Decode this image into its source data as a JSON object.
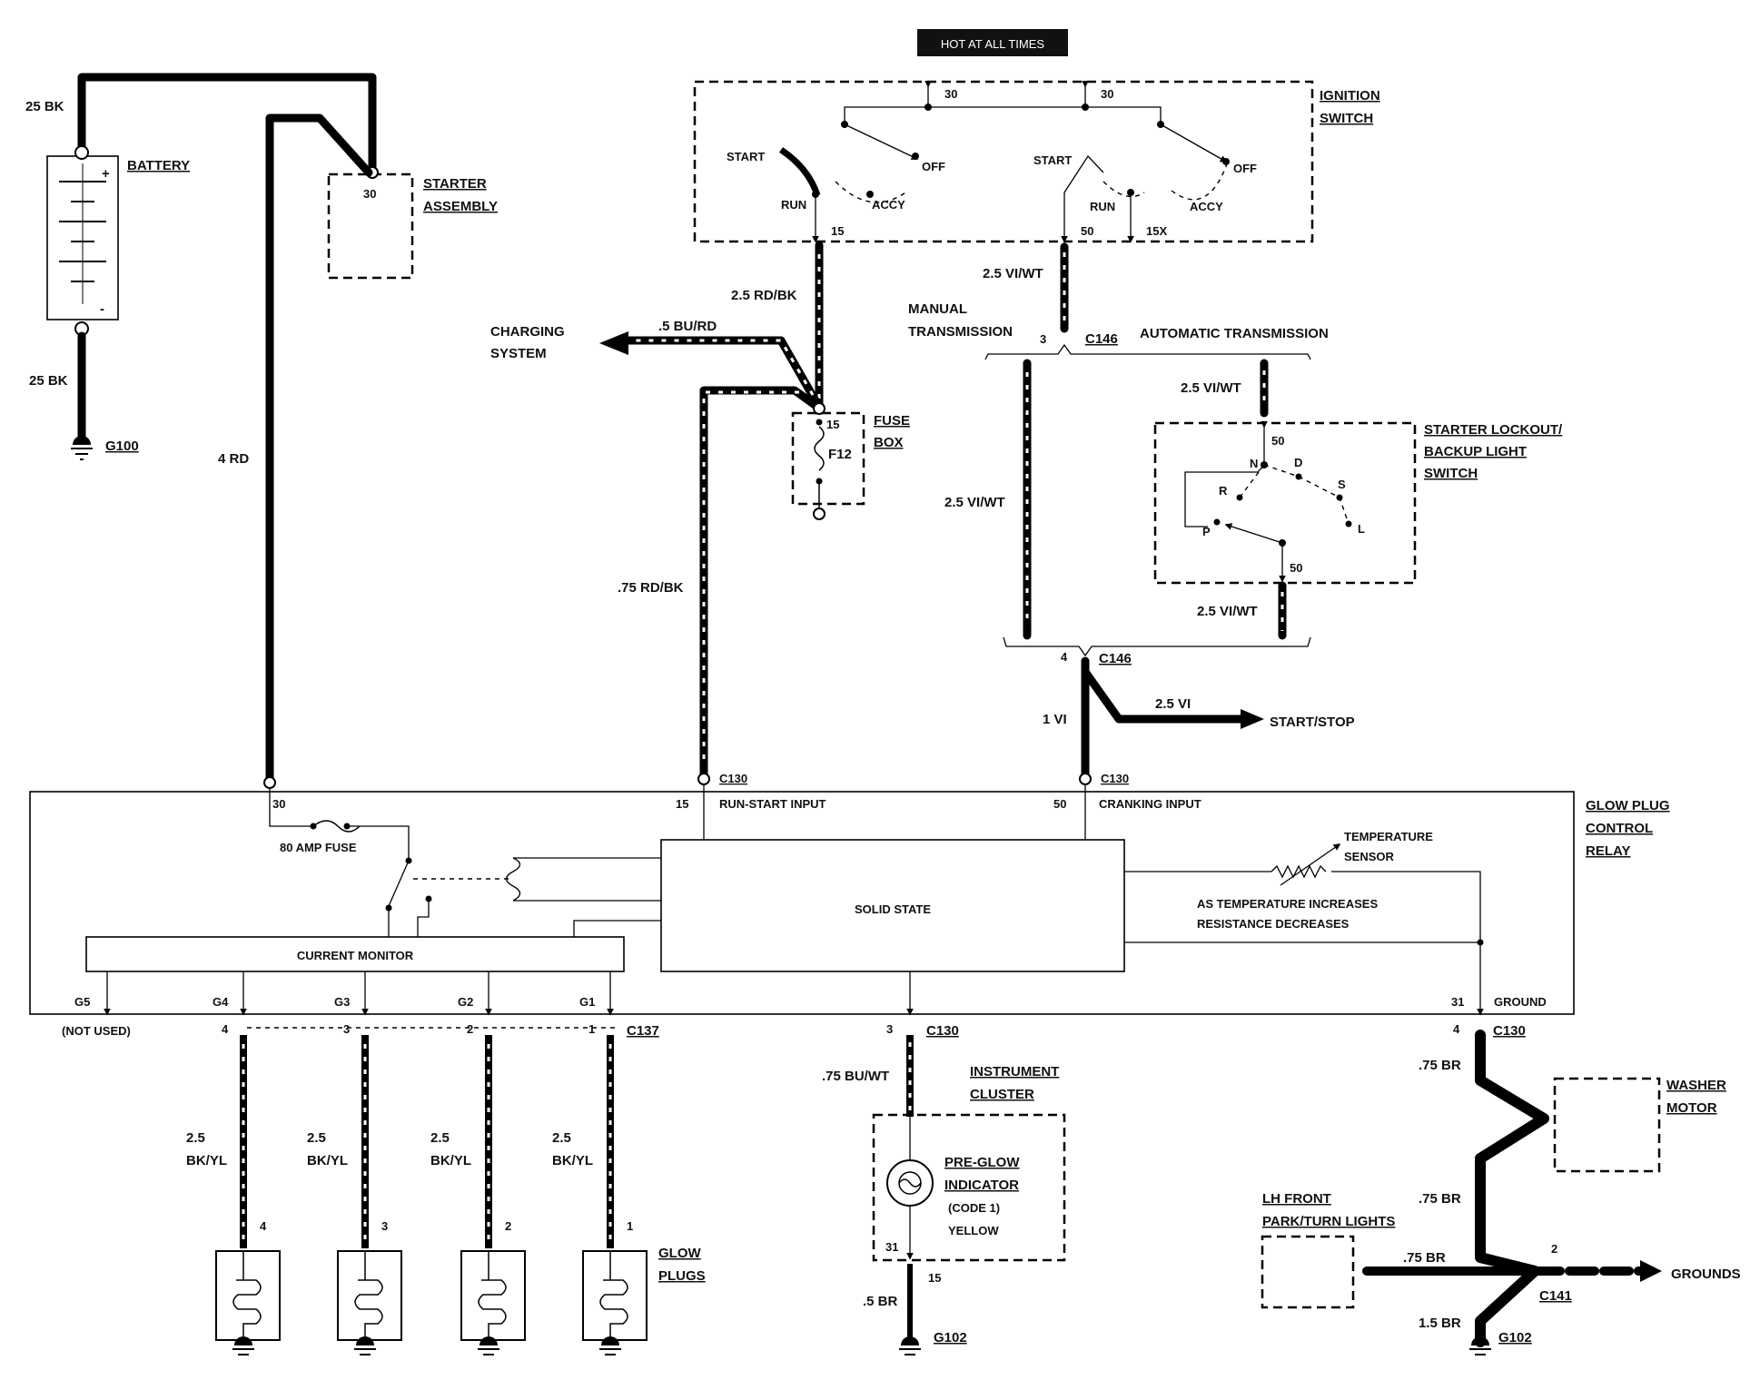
{
  "header": {
    "hot_label": "HOT AT ALL TIMES"
  },
  "battery": {
    "title": "BATTERY",
    "positive_wire": "25 BK",
    "negative_wire": "25 BK",
    "ground": "G100",
    "plus": "+",
    "minus": "-"
  },
  "starter": {
    "title_line1": "STARTER",
    "title_line2": "ASSEMBLY",
    "terminal": "30",
    "feed_wire": "4 RD"
  },
  "ignition": {
    "title_line1": "IGNITION",
    "title_line2": "SWITCH",
    "term_30a": "30",
    "term_30b": "30",
    "start_a": "START",
    "start_b": "START",
    "off_a": "OFF",
    "off_b": "OFF",
    "run_a": "RUN",
    "run_b": "RUN",
    "accy_a": "ACCY",
    "accy_b": "ACCY",
    "term_15": "15",
    "term_50": "50",
    "term_15x": "15X"
  },
  "fuse_box": {
    "title_line1": "FUSE",
    "title_line2": "BOX",
    "fuse": "F12",
    "terminal": "15",
    "in_wire": "2.5 RD/BK",
    "charging_wire": ".5 BU/RD",
    "charging_line1": "CHARGING",
    "charging_line2": "SYSTEM",
    "out_wire": ".75 RD/BK"
  },
  "transmission": {
    "manual_line1": "MANUAL",
    "manual_line2": "TRANSMISSION",
    "automatic": "AUTOMATIC TRANSMISSION",
    "wire_top": "2.5 VI/WT",
    "c146_pin_top": "3",
    "c146_top": "C146",
    "wire_manual": "2.5 VI/WT",
    "wire_auto_top": "2.5 VI/WT",
    "wire_auto_bottom": "2.5 VI/WT",
    "c146_pin_bottom": "4",
    "c146_bottom": "C146",
    "wire_1vi": "1 VI",
    "wire_25vi": "2.5 VI",
    "start_stop": "START/STOP"
  },
  "lockout": {
    "title_line1": "STARTER LOCKOUT/",
    "title_line2": "BACKUP LIGHT",
    "title_line3": "SWITCH",
    "t50_top": "50",
    "t50_bottom": "50",
    "pos_n": "N",
    "pos_d": "D",
    "pos_r": "R",
    "pos_s": "S",
    "pos_p": "P",
    "pos_l": "L"
  },
  "relay": {
    "title_line1": "GLOW PLUG",
    "title_line2": "CONTROL",
    "title_line3": "RELAY",
    "t30": "30",
    "fuse": "80 AMP FUSE",
    "c130_a": "C130",
    "t15": "15",
    "run_start": "RUN-START INPUT",
    "c130_b": "C130",
    "t50": "50",
    "cranking": "CRANKING INPUT",
    "solid_state": "SOLID STATE",
    "current_monitor": "CURRENT MONITOR",
    "temp_line1": "TEMPERATURE",
    "temp_line2": "SENSOR",
    "temp_note1": "AS TEMPERATURE INCREASES",
    "temp_note2": "RESISTANCE DECREASES",
    "g5": "G5",
    "g4": "G4",
    "g3": "G3",
    "g2": "G2",
    "g1": "G1",
    "t31": "31",
    "ground": "GROUND",
    "not_used": "(NOT USED)"
  },
  "glow_plugs": {
    "title_line1": "GLOW",
    "title_line2": "PLUGS",
    "connector": "C137",
    "wire_line1": "2.5",
    "wire_line2": "BK/YL",
    "pins": [
      "4",
      "3",
      "2",
      "1"
    ]
  },
  "instrument": {
    "pin": "3",
    "connector": "C130",
    "wire": ".75 BU/WT",
    "title_line1": "INSTRUMENT",
    "title_line2": "CLUSTER",
    "indicator_line1": "PRE-GLOW",
    "indicator_line2": "INDICATOR",
    "code": "(CODE 1)",
    "color": "YELLOW",
    "t31": "31",
    "t15": "15",
    "ground_wire": ".5 BR",
    "ground": "G102"
  },
  "ground_circuit": {
    "pin": "4",
    "connector": "C130",
    "wire_top": ".75 BR",
    "washer_line1": "WASHER",
    "washer_line2": "MOTOR",
    "wire_mid": ".75 BR",
    "lh_line1": "LH FRONT",
    "lh_line2": "PARK/TURN LIGHTS",
    "wire_lh": ".75 BR",
    "c141_pin": "2",
    "c141": "C141",
    "grounds": "GROUNDS",
    "wire_bottom": "1.5 BR",
    "ground": "G102"
  }
}
